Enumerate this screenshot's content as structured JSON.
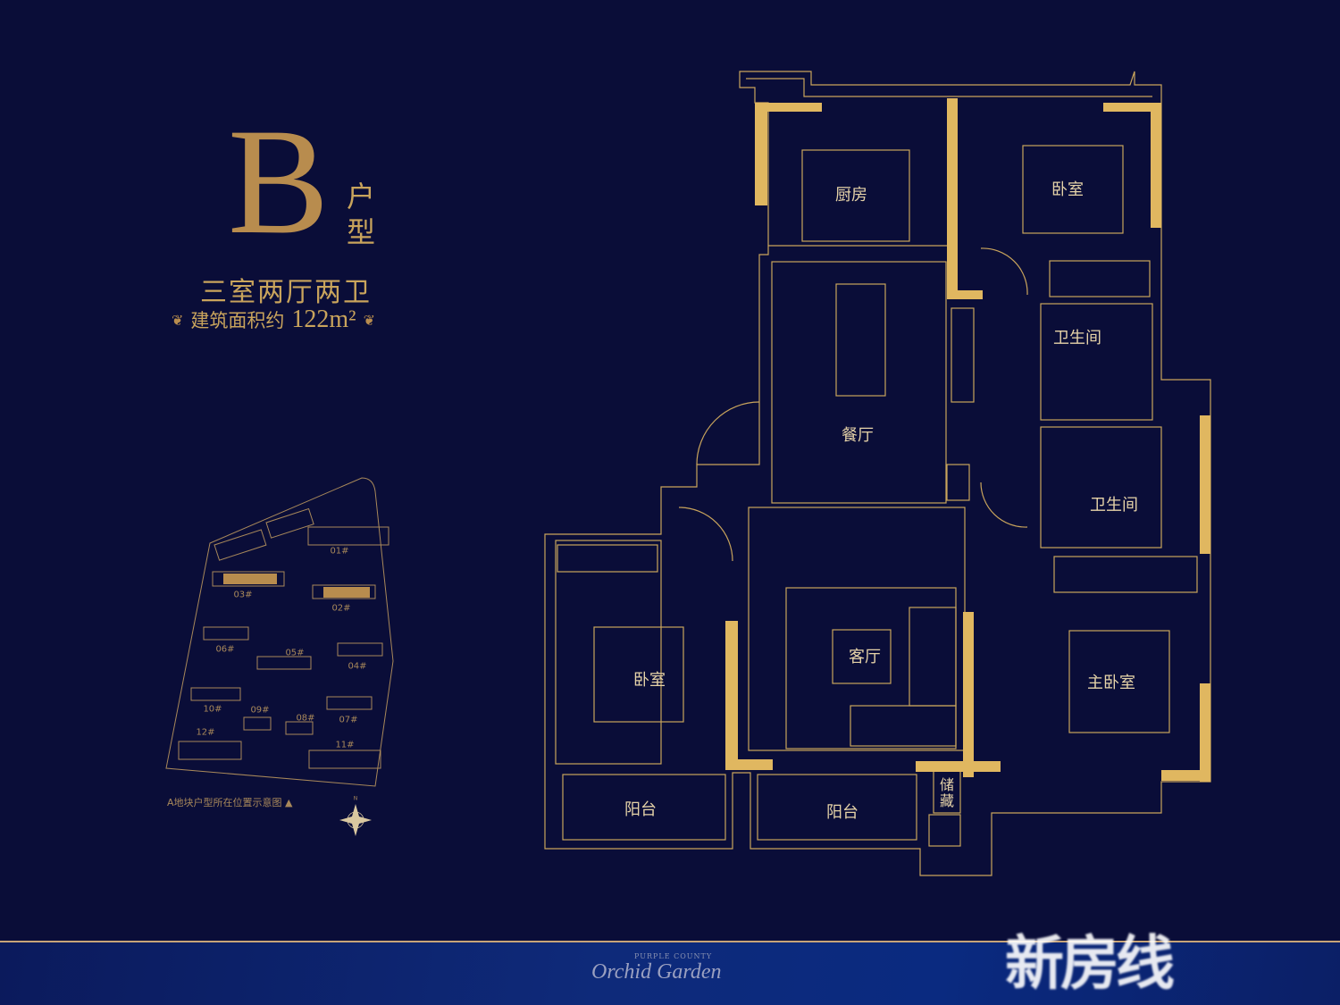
{
  "title": {
    "letter": "B",
    "unit_type": "户型",
    "layout": "三室两厅两卫",
    "area_label": "建筑面积约",
    "area_value": "122m²"
  },
  "rooms": {
    "kitchen": "厨房",
    "bedroom_north": "卧室",
    "bathroom_1": "卫生间",
    "dining": "餐厅",
    "bathroom_2": "卫生间",
    "living": "客厅",
    "bedroom_west": "卧室",
    "master_bedroom": "主卧室",
    "balcony_1": "阳台",
    "balcony_2": "阳台",
    "storage": "储藏"
  },
  "site_plan": {
    "buildings": [
      "01#",
      "02#",
      "03#",
      "04#",
      "05#",
      "06#",
      "07#",
      "08#",
      "09#",
      "10#",
      "11#",
      "12#"
    ],
    "caption": "A地块户型所在位置示意图 ▲",
    "compass": "N"
  },
  "footer": {
    "brand_sub": "PURPLE COUNTY",
    "brand": "Orchid Garden"
  },
  "watermark": "新房线",
  "colors": {
    "background": "#0a0d38",
    "gold": "#c9a45c",
    "wall": "#e0b760"
  }
}
